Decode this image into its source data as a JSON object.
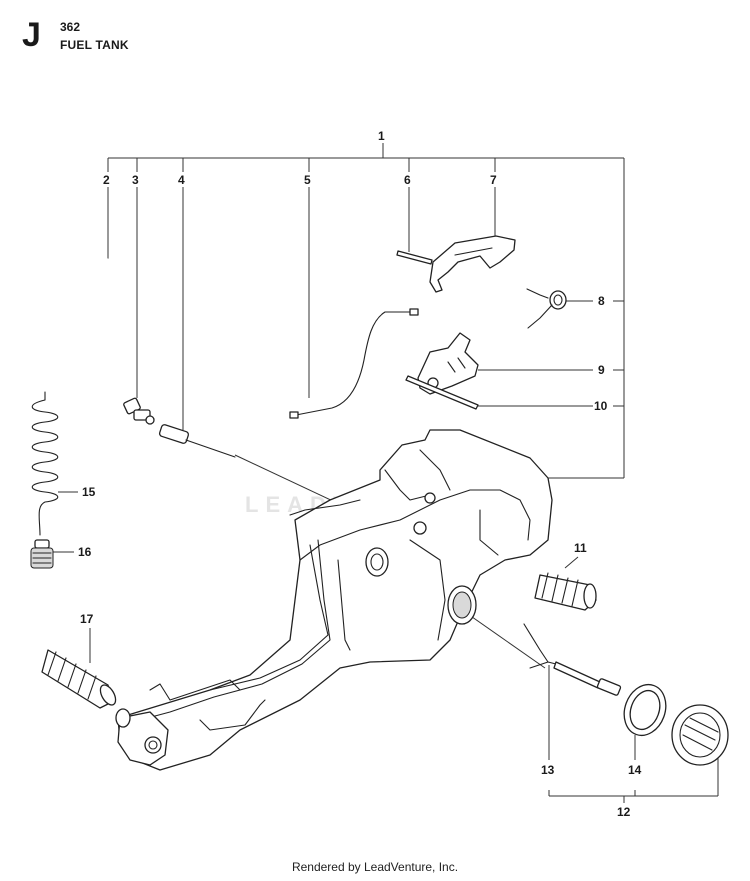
{
  "header": {
    "section_letter": "J",
    "model": "362",
    "title": "FUEL TANK"
  },
  "watermark": "LEADVENTURE",
  "footer": "Rendered by LeadVenture, Inc.",
  "callouts": {
    "c1": "1",
    "c2": "2",
    "c3": "3",
    "c4": "4",
    "c5": "5",
    "c6": "6",
    "c7": "7",
    "c8": "8",
    "c9": "9",
    "c10": "10",
    "c11": "11",
    "c12": "12",
    "c13": "13",
    "c14": "14",
    "c15": "15",
    "c16": "16",
    "c17": "17"
  }
}
